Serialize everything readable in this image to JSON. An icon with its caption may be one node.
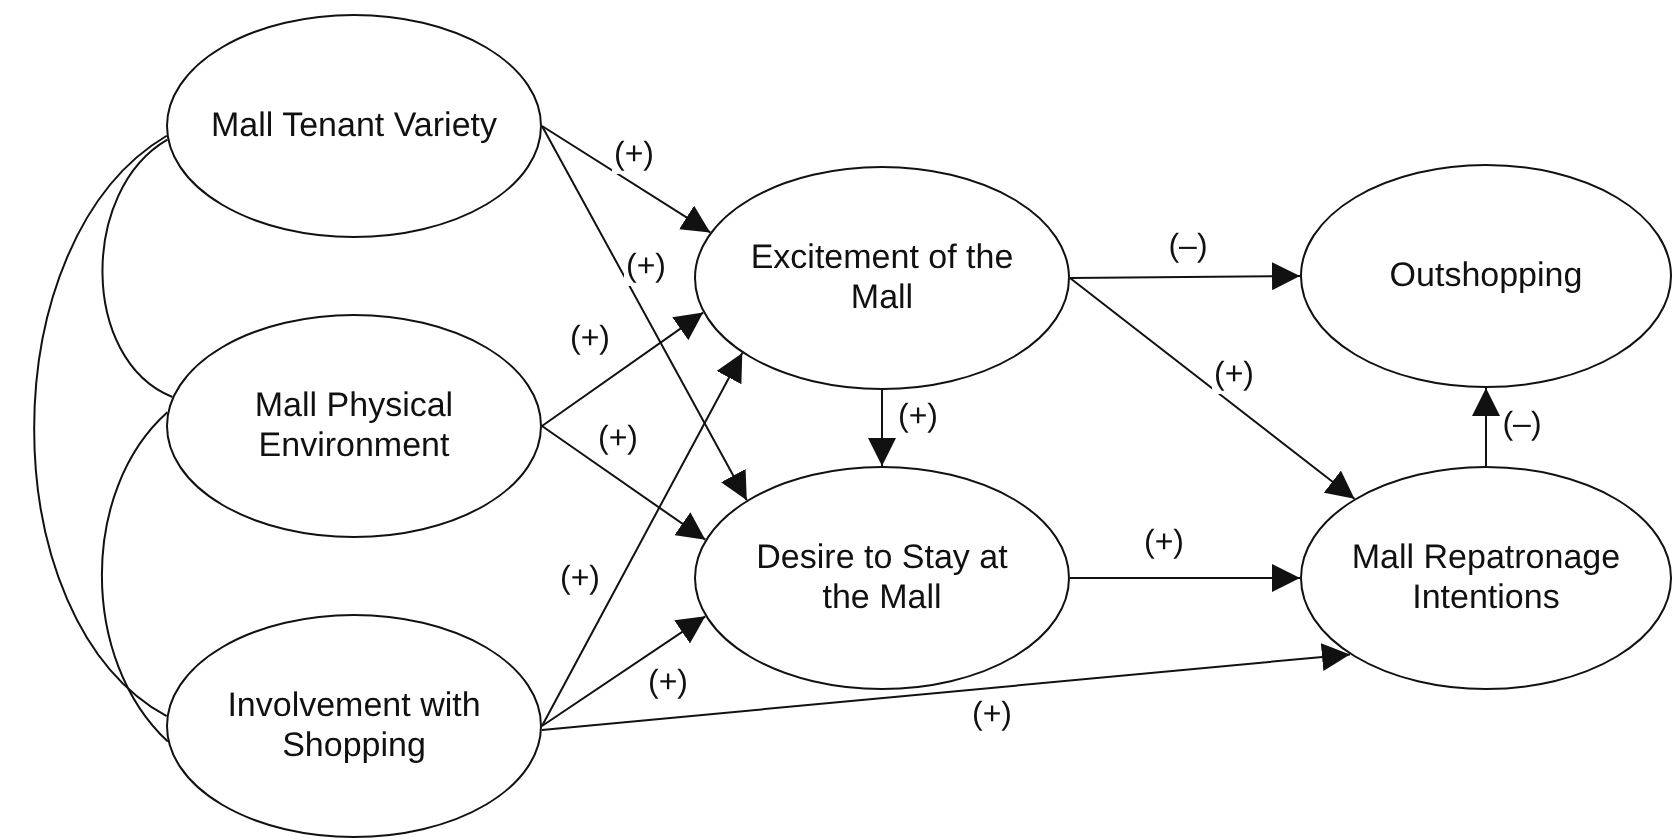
{
  "diagram": {
    "nodes": [
      {
        "text": [
          "Mall Tenant Variety"
        ]
      },
      {
        "text": [
          "Mall Physical Environment"
        ]
      },
      {
        "text": [
          "Involvement with Shopping"
        ]
      },
      {
        "text": [
          "Excitement of the Mall"
        ]
      },
      {
        "text": [
          "Desire to Stay at the Mall"
        ]
      },
      {
        "text": [
          "Outshopping"
        ]
      },
      {
        "text": [
          "Mall Repatronage Intentions"
        ]
      }
    ],
    "edges": [
      {
        "from": 0,
        "to": 3,
        "label": "(+)",
        "arrow": "to"
      },
      {
        "from": 0,
        "to": 4,
        "label": "(+)",
        "arrow": "to"
      },
      {
        "from": 1,
        "to": 3,
        "label": "(+)",
        "arrow": "to"
      },
      {
        "from": 1,
        "to": 4,
        "label": "(+)",
        "arrow": "to"
      },
      {
        "from": 2,
        "to": 3,
        "label": "(+)",
        "arrow": "to"
      },
      {
        "from": 2,
        "to": 4,
        "label": "(+)",
        "arrow": "to"
      },
      {
        "from": 2,
        "to": 6,
        "label": "(+)",
        "arrow": "to"
      },
      {
        "from": 3,
        "to": 5,
        "label": "(–)",
        "arrow": "to"
      },
      {
        "from": 3,
        "to": 6,
        "label": "(+)",
        "arrow": "to"
      },
      {
        "from": 3,
        "to": 4,
        "label": "(+)",
        "arrow": "to"
      },
      {
        "from": 4,
        "to": 6,
        "label": "(+)",
        "arrow": "to"
      },
      {
        "from": 6,
        "to": 5,
        "label": "(–)",
        "arrow": "to"
      },
      {
        "from": 0,
        "to": 1,
        "arrow": "none"
      },
      {
        "from": 1,
        "to": 2,
        "arrow": "none"
      },
      {
        "from": 0,
        "to": 2,
        "arrow": "none"
      }
    ]
  }
}
